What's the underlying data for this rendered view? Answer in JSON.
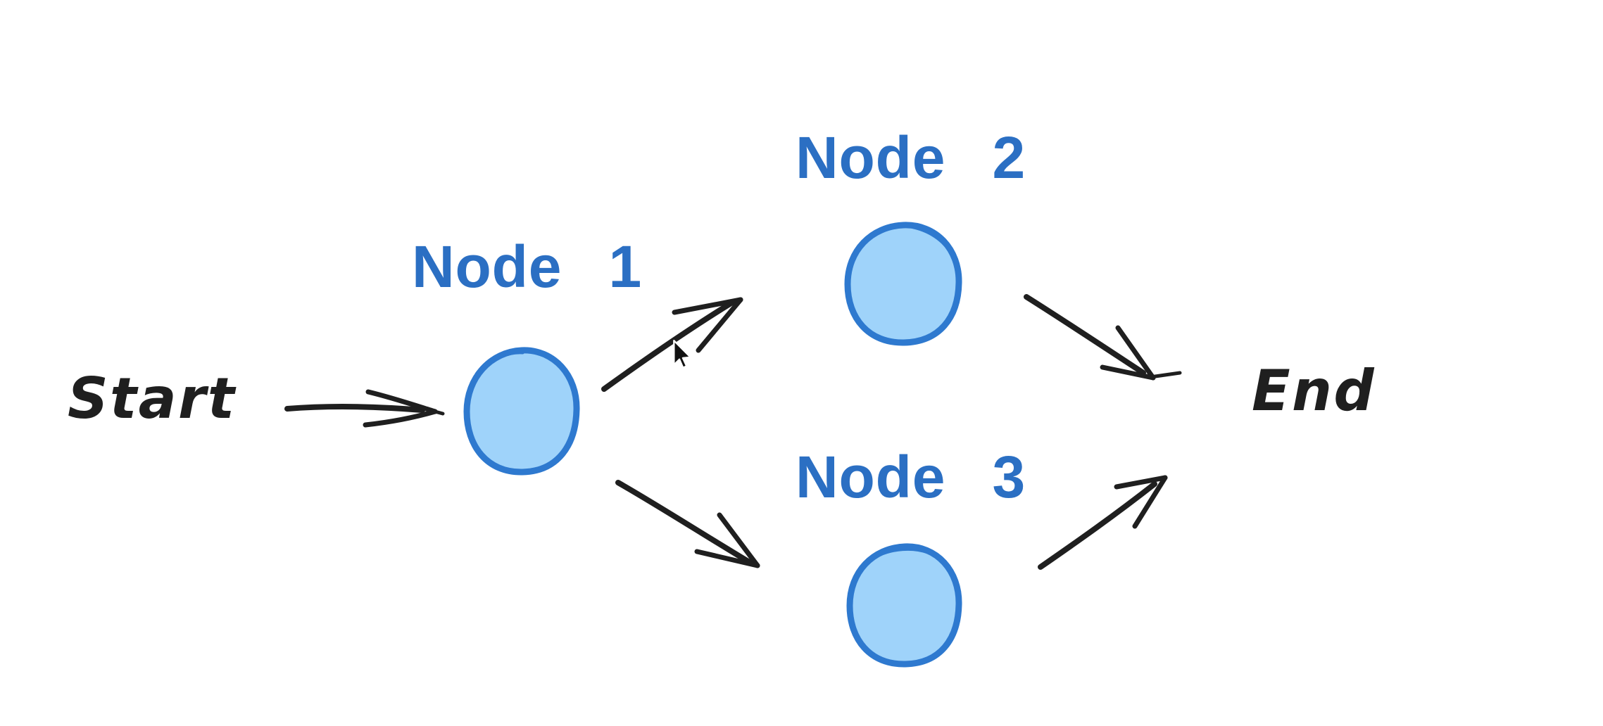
{
  "colors": {
    "bg": "#ffffff",
    "ink": "#1f1f1f",
    "node-fill": "#9fd3fa",
    "node-stroke": "#2e79cf",
    "label-blue": "#2b6fc3"
  },
  "diagram": {
    "style": "hand-drawn flowchart on white canvas",
    "start": {
      "label": "Start"
    },
    "end": {
      "label": "End"
    },
    "nodes": [
      {
        "label": "Node 1"
      },
      {
        "label": "Node 2"
      },
      {
        "label": "Node 3"
      }
    ],
    "edges": [
      {
        "from": "Start",
        "to": "Node 1"
      },
      {
        "from": "Node 1",
        "to": "Node 2"
      },
      {
        "from": "Node 1",
        "to": "Node 3"
      },
      {
        "from": "Node 2",
        "to": "End"
      },
      {
        "from": "Node 3",
        "to": "End"
      }
    ]
  },
  "cursor": {
    "shape": "arrow-pointer",
    "position": "on edge from Node 1 to Node 2"
  }
}
